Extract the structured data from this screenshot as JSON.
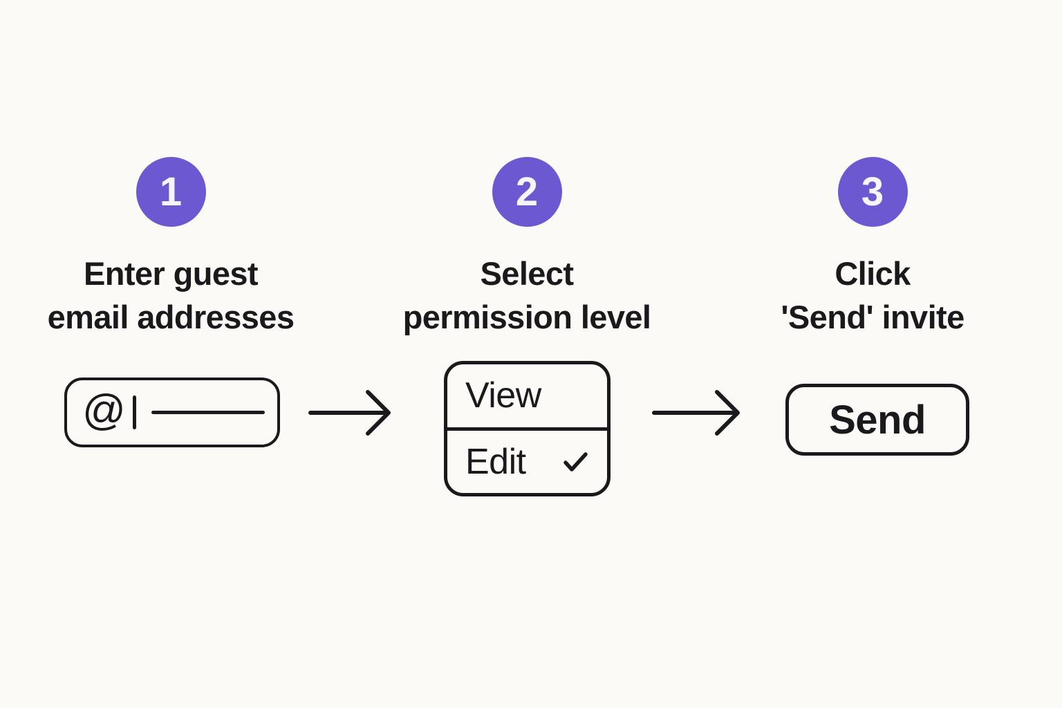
{
  "page": {
    "background": "#FCFAF7",
    "accent_color": "#6C59D1",
    "ink_color": "#1A1A1C"
  },
  "steps": [
    {
      "number": "1",
      "label_line1": "Enter guest",
      "label_line2": "email addresses"
    },
    {
      "number": "2",
      "label_line1": "Select",
      "label_line2": "permission level"
    },
    {
      "number": "3",
      "label_line1": "Click",
      "label_line2": "'Send' invite"
    }
  ],
  "email_input": {
    "at_symbol": "@"
  },
  "dropdown": {
    "options": [
      {
        "label": "View",
        "selected": false
      },
      {
        "label": "Edit",
        "selected": true
      }
    ]
  },
  "send_button": {
    "label": "Send"
  }
}
